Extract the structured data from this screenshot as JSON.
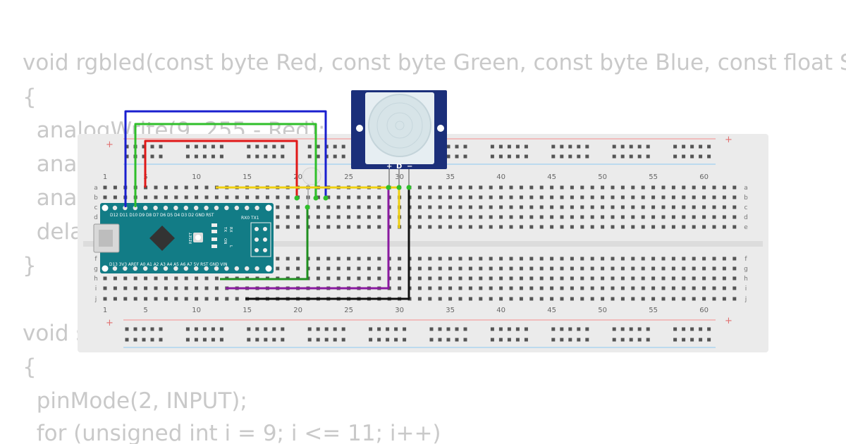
{
  "code": {
    "lines": [
      "void rgbled(const byte Red, const byte Green, const byte Blue, const float SE",
      "{",
      "  analogWrite(9, 255 - Red);",
      "  anal",
      "  anal",
      "  dela",
      "}",
      "",
      "void s",
      "{",
      "  pinMode(2, INPUT);",
      "  for (unsigned int i = 9; i <= 11; i++)"
    ]
  },
  "breadboard": {
    "columns": [
      "1",
      "5",
      "10",
      "15",
      "20",
      "25",
      "30",
      "35",
      "40",
      "45",
      "50",
      "55",
      "60"
    ],
    "rows_top": [
      "a",
      "b",
      "c",
      "d",
      "e"
    ],
    "rows_bottom": [
      "f",
      "g",
      "h",
      "i",
      "j"
    ],
    "rail_plus": "+",
    "rail_minus": "-"
  },
  "arduino": {
    "top_pins": "D12 D11 D10 D9 D8 D7 D6 D5 D4 D3 D2 GND RST",
    "rx_tx": "RX0 TX1",
    "bottom_pins": "D13 3V3 AREF A0 A1 A2 A3 A4 A5 A6 A7 5V RST GND VIN",
    "reset_label": "RESET",
    "led_labels": [
      "TX",
      "RX",
      "ON",
      "L"
    ]
  },
  "pir_sensor": {
    "pin_labels": [
      "+",
      "D",
      "−"
    ]
  },
  "wire_colors": {
    "blue": "#1a1fcf",
    "green": "#2fbf2a",
    "red": "#e01818",
    "yellow": "#f0d010",
    "purple": "#8a1aa0",
    "black": "#111111",
    "dark_green": "#1f8f1f"
  }
}
